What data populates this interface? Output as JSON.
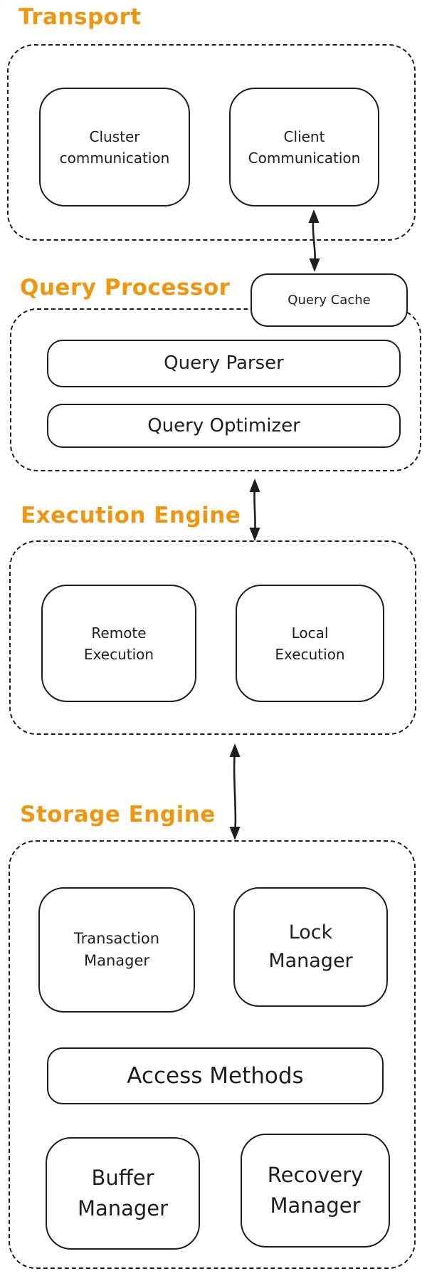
{
  "colors": {
    "background": "#ffffff",
    "stroke": "#1e1e1e",
    "accent_orange": "#f0960e"
  },
  "sections": {
    "transport": {
      "title": "Transport",
      "boxes": {
        "cluster_communication": {
          "line1": "Cluster",
          "line2": "communication"
        },
        "client_communication": {
          "line1": "Client",
          "line2": "Communication"
        }
      }
    },
    "query_processor": {
      "title": "Query Processor",
      "boxes": {
        "query_cache": {
          "line1": "Query Cache"
        },
        "query_parser": {
          "line1": "Query Parser"
        },
        "query_optimizer": {
          "line1": "Query Optimizer"
        }
      }
    },
    "execution_engine": {
      "title": "Execution Engine",
      "boxes": {
        "remote_execution": {
          "line1": "Remote",
          "line2": "Execution"
        },
        "local_execution": {
          "line1": "Local",
          "line2": "Execution"
        }
      }
    },
    "storage_engine": {
      "title": "Storage Engine",
      "boxes": {
        "transaction_manager": {
          "line1": "Transaction",
          "line2": "Manager"
        },
        "lock_manager": {
          "line1": "Lock",
          "line2": "Manager"
        },
        "access_methods": {
          "line1": "Access Methods"
        },
        "buffer_manager": {
          "line1": "Buffer",
          "line2": "Manager"
        },
        "recovery_manager": {
          "line1": "Recovery",
          "line2": "Manager"
        }
      }
    }
  },
  "connections": [
    {
      "from": "Client Communication",
      "to": "Query Cache",
      "style": "double-headed-arrow"
    },
    {
      "from": "Query Processor",
      "to": "Execution Engine",
      "style": "double-headed-arrow"
    },
    {
      "from": "Execution Engine",
      "to": "Storage Engine",
      "style": "double-headed-arrow"
    }
  ]
}
